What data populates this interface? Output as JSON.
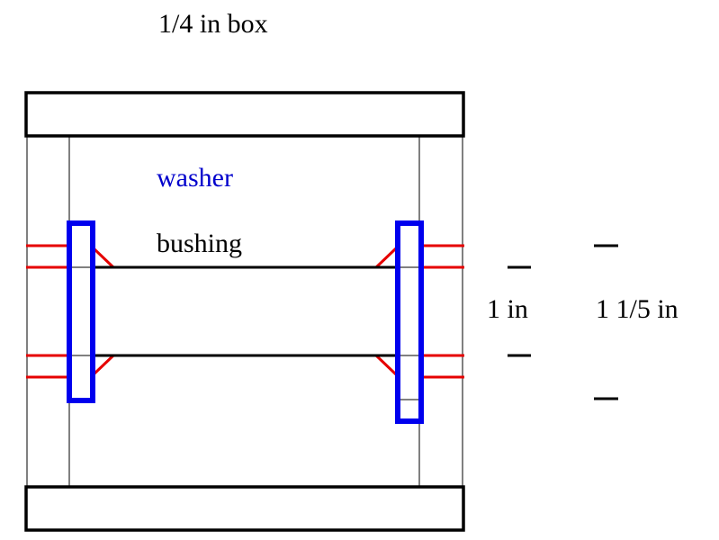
{
  "labels": {
    "box": "1/4 in box",
    "washer": "washer",
    "bushing": "bushing",
    "inner_dim": "1 in",
    "outer_dim": "1 1/5 in"
  },
  "colors": {
    "outline": "#000000",
    "washer": "#0000ee",
    "red_line": "#e60000",
    "washer_label": "#0000cc",
    "background": "#ffffff"
  }
}
